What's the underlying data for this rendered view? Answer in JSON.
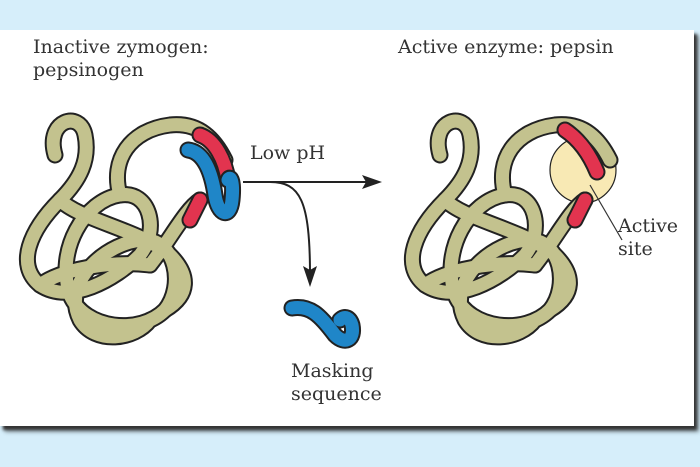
{
  "diagram": {
    "title_left": "Inactive zymogen:",
    "title_left_line2": "pepsinogen",
    "title_right": "Active enzyme: pepsin",
    "arrow_label": "Low pH",
    "masking_label_line1": "Masking",
    "masking_label_line2": "sequence",
    "active_site_line1": "Active",
    "active_site_line2": "site"
  },
  "colors": {
    "background": "#d6eefa",
    "panel": "#ffffff",
    "protein": "#c3c28e",
    "mask_blue": "#1f86c8",
    "active_red": "#e2344f",
    "active_site_halo": "#f8e9b4",
    "outline": "#222222",
    "text": "#333333"
  }
}
